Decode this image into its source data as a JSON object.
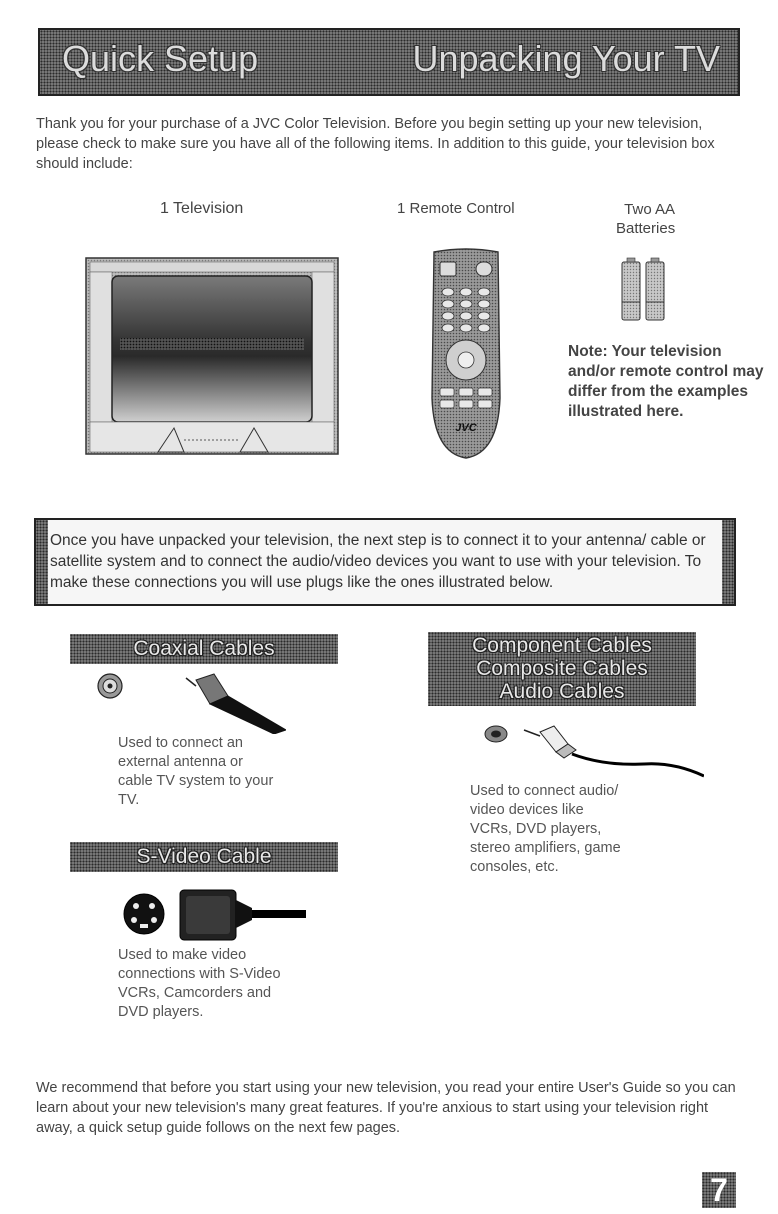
{
  "header": {
    "left_title": "Quick Setup",
    "right_title": "Unpacking Your TV"
  },
  "intro": "Thank you for your purchase of a JVC Color Television. Before you begin setting up your new television, please check to make sure you have all of the following items. In addition to this guide, your television box should include:",
  "items": {
    "television": "1 Television",
    "remote": "1 Remote Control",
    "batteries_line1": "Two AA",
    "batteries_line2": "Batteries"
  },
  "remote_brand": "JVC",
  "note": "Note: Your television and/or remote control may differ from the examples illustrated here.",
  "connect_text": "Once you have unpacked your television, the next step is to connect it to your antenna/ cable or satellite system and to connect the audio/video devices you want to use with your television. To make these connections you will use plugs like the ones illustrated below.",
  "coaxial": {
    "title": "Coaxial Cables",
    "desc": [
      "Used to connect an",
      "external antenna or",
      "cable TV system to your",
      "TV."
    ]
  },
  "svideo": {
    "title": "S-Video Cable",
    "desc": [
      "Used to make video",
      "connections with S-Video",
      "VCRs, Camcorders and",
      "DVD players."
    ]
  },
  "component": {
    "title_lines": [
      "Component Cables",
      "Composite Cables",
      "Audio Cables"
    ],
    "desc": [
      "Used to connect audio/",
      "video devices like",
      "VCRs, DVD players,",
      "stereo amplifiers, game",
      "consoles, etc."
    ]
  },
  "outro": "We recommend that before you start using your new television, you read your entire User's Guide so you can learn about your new television's many great features. If you're anxious to start using your television right away, a quick setup guide follows on the next few pages.",
  "page_number": "7"
}
